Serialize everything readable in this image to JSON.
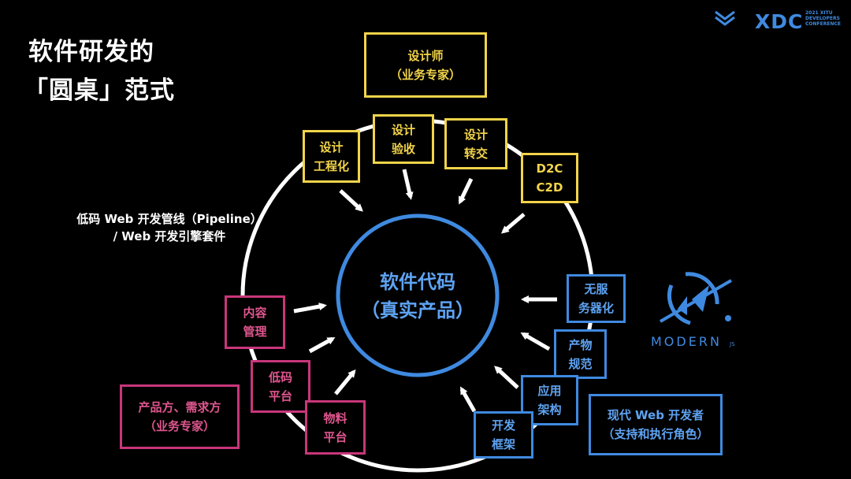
{
  "title": {
    "line1": "软件研发的",
    "line2": "「圆桌」范式"
  },
  "brand": {
    "name": "XDC",
    "sub1": "2021 XITU",
    "sub2": "DEVELOPERS",
    "sub3": "CONFERENCE",
    "modern": "MODERN",
    "modern_suffix": "JS"
  },
  "center": {
    "line1": "软件代码",
    "line2": "（真实产品）"
  },
  "pipeline": {
    "line1": "低码 Web 开发管线（Pipeline）",
    "line2": "/ Web 开发引擎套件"
  },
  "nodes": {
    "designer": {
      "line1": "设计师",
      "line2": "（业务专家）"
    },
    "design_eng": {
      "line1": "设计",
      "line2": "工程化"
    },
    "design_accept": {
      "line1": "设计",
      "line2": "验收"
    },
    "design_handoff": {
      "line1": "设计",
      "line2": "转交"
    },
    "d2c": {
      "line1": "D2C",
      "line2": "C2D"
    },
    "serverless": {
      "line1": "无服",
      "line2": "务器化"
    },
    "product_spec": {
      "line1": "产物",
      "line2": "规范"
    },
    "app_arch": {
      "line1": "应用",
      "line2": "架构"
    },
    "dev_framework": {
      "line1": "开发",
      "line2": "框架"
    },
    "web_dev": {
      "line1": "现代 Web 开发者",
      "line2": "（支持和执行角色）"
    },
    "content_mgmt": {
      "line1": "内容",
      "line2": "管理"
    },
    "lowcode_platform": {
      "line1": "低码",
      "line2": "平台"
    },
    "material_platform": {
      "line1": "物料",
      "line2": "平台"
    },
    "product_side": {
      "line1": "产品方、需求方",
      "line2": "（业务专家）"
    }
  },
  "colors": {
    "yellow": "#f2d44a",
    "pink": "#c8367a",
    "blue": "#3f8ae0",
    "ring": "#ffffff"
  }
}
